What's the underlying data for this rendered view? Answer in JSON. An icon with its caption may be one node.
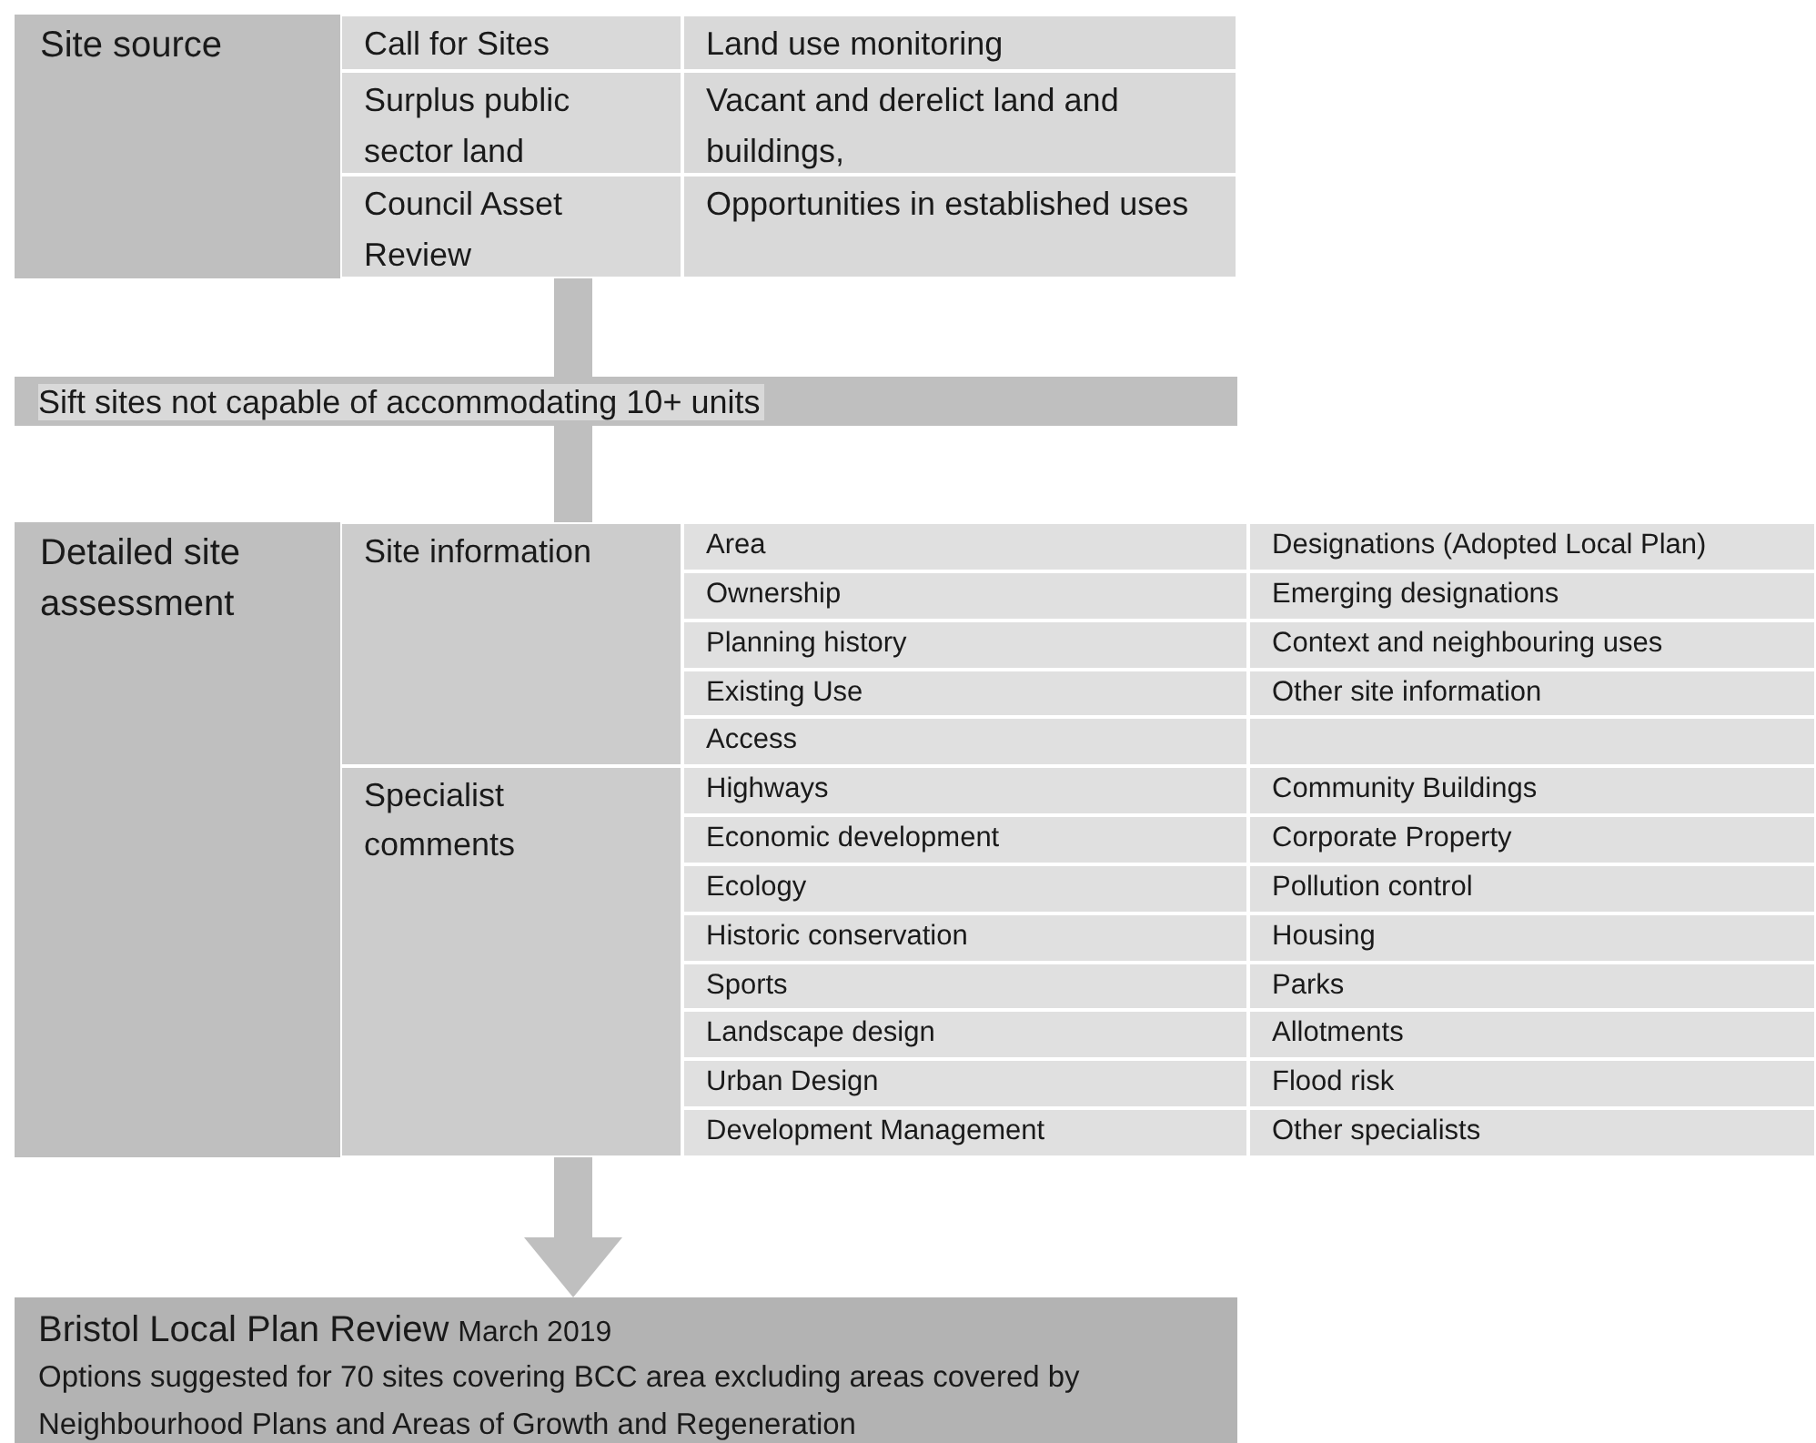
{
  "diagram": {
    "nodes": [
      {
        "text": [
          "Site source"
        ]
      },
      {
        "text": [
          "Call for Sites"
        ],
        "in": 0
      },
      {
        "text": [
          "Land use monitoring"
        ],
        "in": 0
      },
      {
        "text": [
          "Surplus public sector land"
        ],
        "in": 0
      },
      {
        "text": [
          "Vacant and derelict land and buildings,"
        ],
        "in": 0
      },
      {
        "text": [
          "Council Asset Review"
        ],
        "in": 0
      },
      {
        "text": [
          "Opportunities in established uses"
        ],
        "in": 0
      },
      {
        "text": [
          "Sift sites not capable of accommodating 10+ units"
        ]
      },
      {
        "text": [
          "Detailed site assessment"
        ]
      },
      {
        "text": [
          "Site information"
        ],
        "in": 8
      },
      {
        "text": [
          "Area"
        ],
        "in": 8
      },
      {
        "text": [
          "Designations (Adopted Local Plan)"
        ],
        "in": 8
      },
      {
        "text": [
          "Ownership"
        ],
        "in": 8
      },
      {
        "text": [
          "Emerging designations"
        ],
        "in": 8
      },
      {
        "text": [
          "Planning history"
        ],
        "in": 8
      },
      {
        "text": [
          "Context and neighbouring uses"
        ],
        "in": 8
      },
      {
        "text": [
          "Existing Use"
        ],
        "in": 8
      },
      {
        "text": [
          "Other site information"
        ],
        "in": 8
      },
      {
        "text": [
          "Access"
        ],
        "in": 8
      },
      {
        "text": [],
        "shape": "box",
        "in": 8
      },
      {
        "text": [
          "Specialist comments"
        ],
        "in": 8
      },
      {
        "text": [
          "Highways"
        ],
        "in": 8
      },
      {
        "text": [
          "Community Buildings"
        ],
        "in": 8
      },
      {
        "text": [
          "Economic development"
        ],
        "in": 8
      },
      {
        "text": [
          "Corporate Property"
        ],
        "in": 8
      },
      {
        "text": [
          "Ecology"
        ],
        "in": 8
      },
      {
        "text": [
          "Pollution control"
        ],
        "in": 8
      },
      {
        "text": [
          "Historic conservation"
        ],
        "in": 8
      },
      {
        "text": [
          "Housing"
        ],
        "in": 8
      },
      {
        "text": [
          "Sports"
        ],
        "in": 8
      },
      {
        "text": [
          "Parks"
        ],
        "in": 8
      },
      {
        "text": [
          "Landscape design"
        ],
        "in": 8
      },
      {
        "text": [
          "Allotments"
        ],
        "in": 8
      },
      {
        "text": [
          "Urban Design"
        ],
        "in": 8
      },
      {
        "text": [
          "Flood risk"
        ],
        "in": 8
      },
      {
        "text": [
          "Development Management"
        ],
        "in": 8
      },
      {
        "text": [
          "Other specialists"
        ],
        "in": 8
      },
      {
        "text": [
          "Bristol Local Plan Review",
          "March 2019",
          "Options suggested for 70 sites covering BCC area excluding areas covered by Neighbourhood Plans and Areas of Growth and Regeneration"
        ]
      }
    ],
    "edges": [
      {
        "from": 0,
        "to": 7,
        "arrow": "none"
      },
      {
        "from": 7,
        "to": 8,
        "arrow": "none"
      },
      {
        "from": 8,
        "to": 37,
        "arrow": "to"
      }
    ]
  }
}
